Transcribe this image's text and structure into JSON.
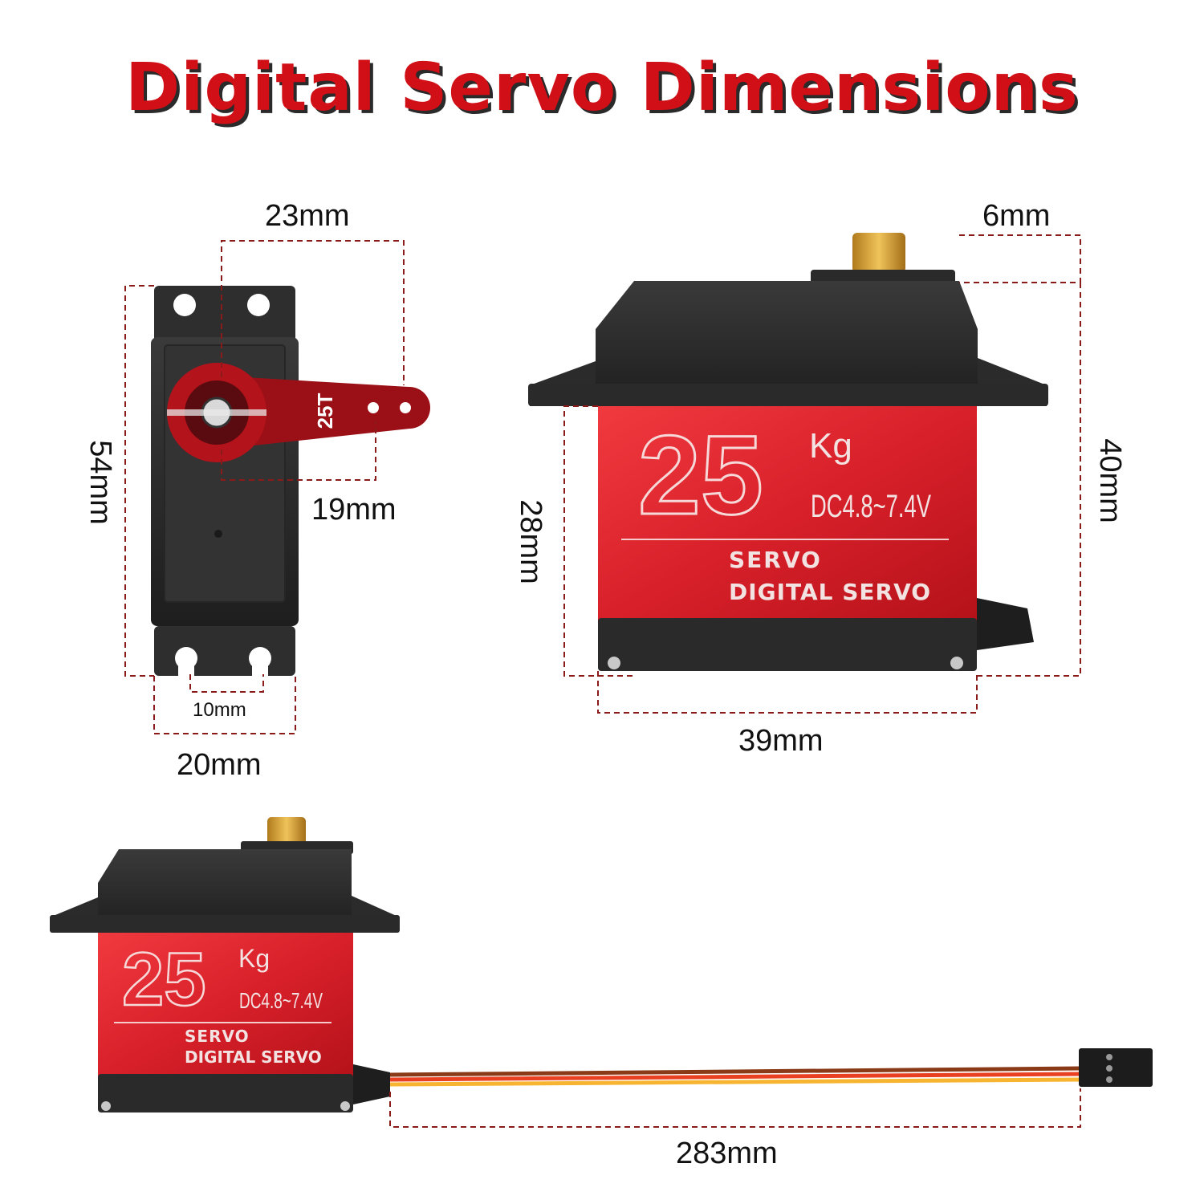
{
  "title": "Digital Servo Dimensions",
  "dimensions": {
    "top_width": "23mm",
    "length": "54mm",
    "horn": "19mm",
    "hole_spacing": "10mm",
    "width": "20mm",
    "shaft": "6mm",
    "body_height": "28mm",
    "total_height": "40mm",
    "body_length": "39mm",
    "cable": "283mm"
  },
  "servo_label": {
    "torque_value": "25",
    "torque_unit": "Kg",
    "voltage": "DC4.8~7.4V",
    "line1": "SERVO",
    "line2": "DIGITAL SERVO"
  },
  "horn_label": "25T",
  "colors": {
    "title_red": "#d10f17",
    "body_red": "#e0232b",
    "case_black": "#2b2b2b",
    "dash_red": "#8b1a1a",
    "brass": "#d8a23a"
  }
}
